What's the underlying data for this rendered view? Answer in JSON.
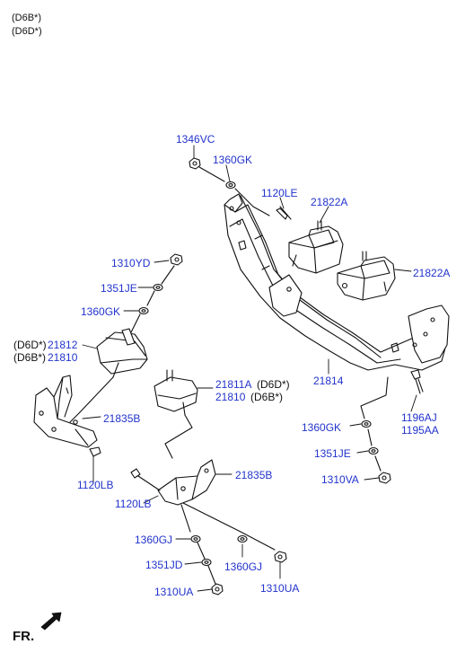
{
  "header": {
    "line1": "(D6B*)",
    "line2": "(D6D*)"
  },
  "colors": {
    "part_number": "#2233cc",
    "outline": "#111111"
  },
  "parts": {
    "p1346VC": "1346VC",
    "p1360GK_top": "1360GK",
    "p1120LE": "1120LE",
    "p21822A_a": "21822A",
    "p21822A_b": "21822A",
    "p1310YD": "1310YD",
    "p1351JE_top": "1351JE",
    "p1360GK_left": "1360GK",
    "p21812": "21812",
    "p21810_left": "21810",
    "p21835B_left": "21835B",
    "p1120LB_left": "1120LB",
    "p21811A": "21811A",
    "p21810_mid": "21810",
    "p21814": "21814",
    "p1360GK_right": "1360GK",
    "p1196AJ": "1196AJ",
    "p1195AA": "1195AA",
    "p1351JE_right": "1351JE",
    "p1310VA": "1310VA",
    "p21835B_mid": "21835B",
    "p1120LB_mid": "1120LB",
    "p1360GJ_a": "1360GJ",
    "p1351JD": "1351JD",
    "p1360GJ_b": "1360GJ",
    "p1310UA_a": "1310UA",
    "p1310UA_b": "1310UA"
  },
  "variants": {
    "d6d_left": "(D6D*)",
    "d6b_left": "(D6B*)",
    "d6d_mid": "(D6D*)",
    "d6b_mid": "(D6B*)"
  },
  "footer": {
    "fr": "FR."
  }
}
